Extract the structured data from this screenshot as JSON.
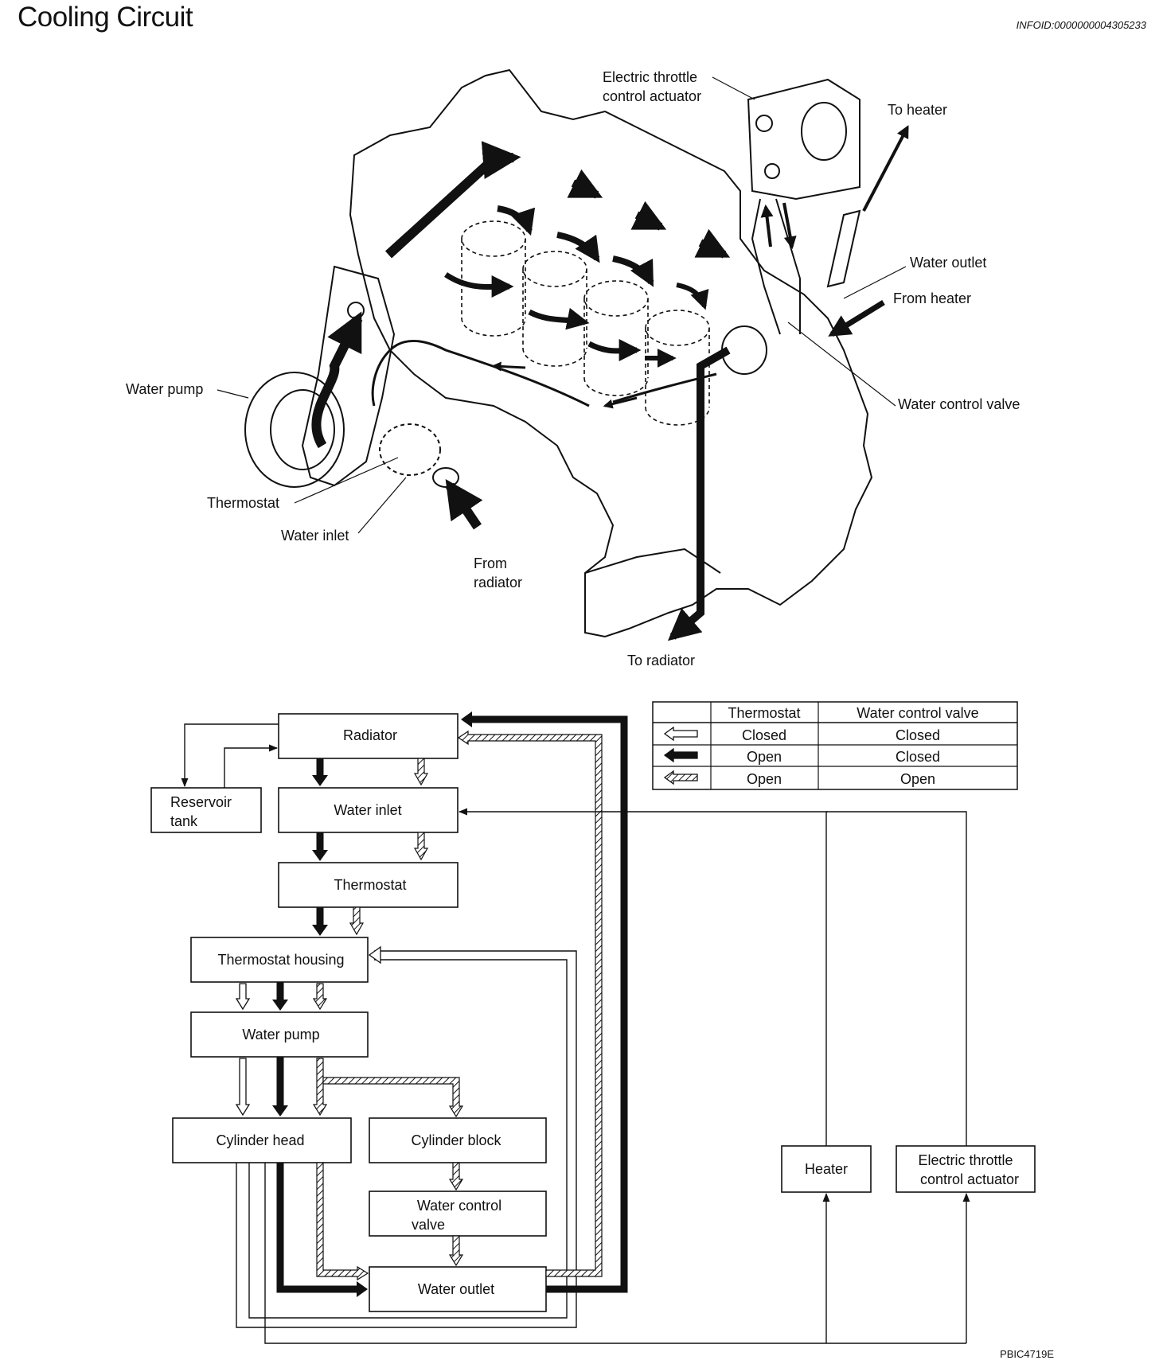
{
  "title": "Cooling Circuit",
  "info_id": "INFOID:0000000004305233",
  "figure_code": "PBIC4719E",
  "illustration_labels": {
    "etc_actuator_line1": "Electric throttle",
    "etc_actuator_line2": "control actuator",
    "to_heater": "To heater",
    "water_outlet": "Water outlet",
    "from_heater": "From heater",
    "water_control_valve": "Water control valve",
    "water_pump": "Water pump",
    "thermostat": "Thermostat",
    "water_inlet": "Water inlet",
    "from_radiator_line1": "From",
    "from_radiator_line2": "radiator",
    "to_radiator": "To radiator"
  },
  "legend": {
    "headers": [
      "",
      "Thermostat",
      "Water control valve"
    ],
    "rows": [
      {
        "arrow_style": "white",
        "thermostat": "Closed",
        "valve": "Closed"
      },
      {
        "arrow_style": "black",
        "thermostat": "Open",
        "valve": "Closed"
      },
      {
        "arrow_style": "hatched",
        "thermostat": "Open",
        "valve": "Open"
      }
    ]
  },
  "flow_boxes": {
    "radiator": "Radiator",
    "reservoir_line1": "Reservoir",
    "reservoir_line2": "tank",
    "water_inlet": "Water inlet",
    "thermostat": "Thermostat",
    "thermostat_housing": "Thermostat housing",
    "water_pump": "Water pump",
    "cylinder_head": "Cylinder head",
    "cylinder_block": "Cylinder block",
    "water_control_valve_line1": "Water control",
    "water_control_valve_line2": "valve",
    "water_outlet": "Water outlet",
    "heater": "Heater",
    "etc_line1": "Electric throttle",
    "etc_line2": "control actuator"
  }
}
